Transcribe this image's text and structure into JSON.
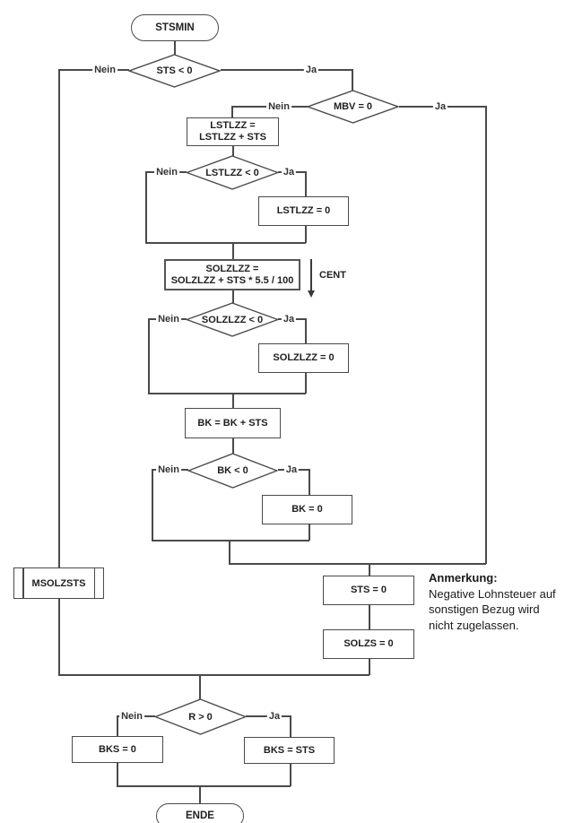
{
  "nodes": {
    "start": {
      "label": "STSMIN"
    },
    "d_sts": {
      "label": "STS < 0"
    },
    "d_mbv": {
      "label": "MBV = 0"
    },
    "p_lstlzz_add": {
      "line1": "LSTLZZ =",
      "line2": "LSTLZZ + STS"
    },
    "d_lstlzz": {
      "label": "LSTLZZ < 0"
    },
    "p_lstlzz_zero": {
      "label": "LSTLZZ = 0"
    },
    "p_solzlzz_add": {
      "line1": "SOLZLZZ =",
      "line2": "SOLZLZZ + STS * 5.5 / 100"
    },
    "d_solzlzz": {
      "label": "SOLZLZZ < 0"
    },
    "p_solzlzz_zero": {
      "label": "SOLZLZZ = 0"
    },
    "p_bk_add": {
      "label": "BK = BK + STS"
    },
    "d_bk": {
      "label": "BK < 0"
    },
    "p_bk_zero": {
      "label": "BK = 0"
    },
    "p_msolzsts": {
      "label": "MSOLZSTS"
    },
    "p_sts_zero": {
      "label": "STS = 0"
    },
    "p_solzs_zero": {
      "label": "SOLZS = 0"
    },
    "d_r": {
      "label": "R > 0"
    },
    "p_bks_zero": {
      "label": "BKS = 0"
    },
    "p_bks_sts": {
      "label": "BKS = STS"
    },
    "end": {
      "label": "ENDE"
    }
  },
  "labels": {
    "nein": "Nein",
    "ja": "Ja"
  },
  "cent": {
    "label": "CENT"
  },
  "note": {
    "title": "Anmerkung:",
    "lines": [
      "Negative Lohnsteuer auf",
      "sonstigen Bezug wird",
      "nicht zugelassen."
    ]
  },
  "colors": {
    "line": "#4a4a4a",
    "background": "#ffffff",
    "text": "#1f1f1f"
  }
}
